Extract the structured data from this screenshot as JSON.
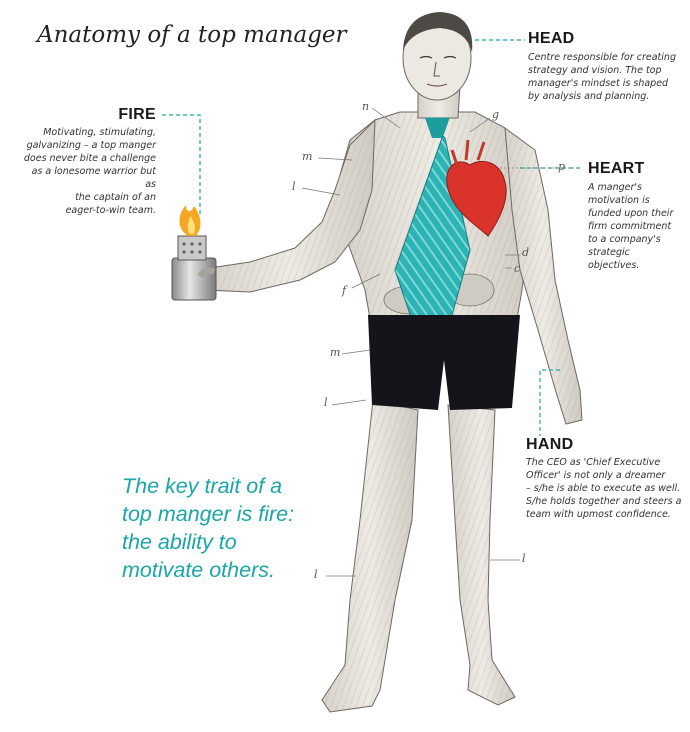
{
  "title": "Anatomy of a top manager",
  "colors": {
    "accent": "#1aa6a8",
    "tie": "#2bb3b5",
    "heart": "#d9332b",
    "shorts": "#14141a",
    "skin": "#e6e3dc",
    "muscle": "#bdb9b1",
    "flame": "#f5a623"
  },
  "callouts": {
    "head": {
      "title": "HEAD",
      "lines": [
        "Centre responsible for creating",
        "strategy and vision. The top",
        "manager's mindset is shaped",
        "by analysis and planning."
      ]
    },
    "fire": {
      "title": "FIRE",
      "lines": [
        "Motivating, stimulating,",
        "galvanizing – a top manger",
        "does never bite a challenge",
        "as a lonesome warrior but as",
        "the captain of an",
        "eager-to-win team."
      ]
    },
    "heart": {
      "title": "HEART",
      "lines": [
        "A manger's",
        "motivation is",
        "funded upon their",
        "firm commitment",
        "to a company's",
        "strategic",
        "objectives."
      ]
    },
    "hand": {
      "title": "HAND",
      "lines": [
        "The CEO as 'Chief Executive",
        "Officer' is not only a dreamer",
        "– s/he is able to execute as well.",
        "S/he holds together and steers a",
        "team with upmost confidence."
      ]
    }
  },
  "slogan": [
    "The key trait of a",
    "top manger is fire:",
    "the ability to",
    "motivate others."
  ],
  "anatomy_labels": {
    "n": "n",
    "g": "g",
    "m1": "m",
    "l1": "l",
    "p": "p",
    "d": "d",
    "c": "c",
    "f": "f",
    "m2": "m",
    "l2": "l",
    "l3": "l",
    "l4": "l"
  },
  "icons": {
    "lighter": "lighter-icon",
    "flame": "flame-icon",
    "heart": "heart-organ-icon",
    "tie": "necktie-icon"
  }
}
